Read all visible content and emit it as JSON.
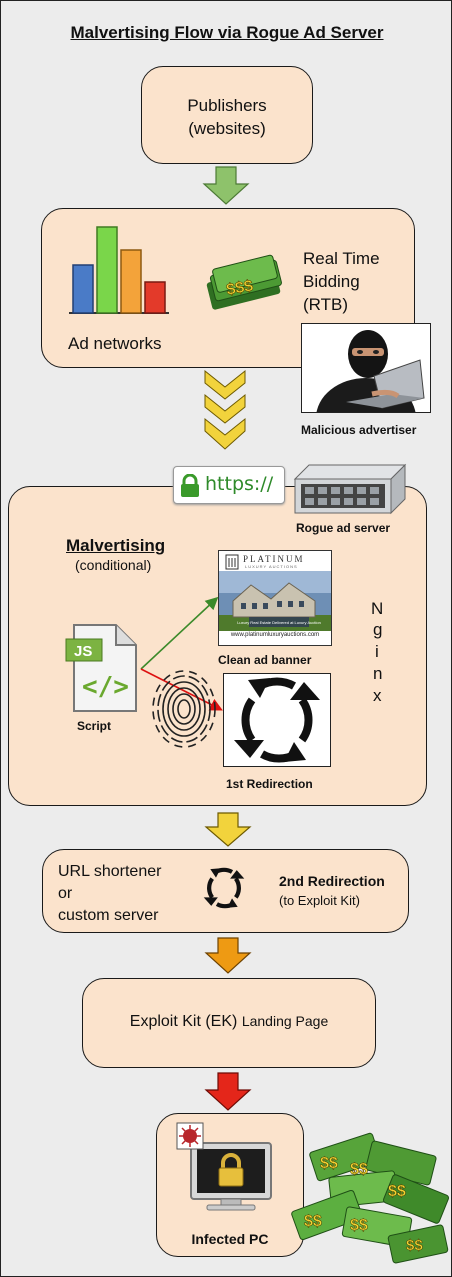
{
  "title": "Malvertising Flow via Rogue Ad Server",
  "publishers": {
    "line1": "Publishers",
    "line2": "(websites)"
  },
  "ad_networks": {
    "label": "Ad networks",
    "rtb_line1": "Real Time",
    "rtb_line2": "Bidding",
    "rtb_line3": "(RTB)",
    "malicious_label": "Malicious advertiser"
  },
  "https_label": "https://",
  "rogue_label": "Rogue ad server",
  "malvertising": {
    "heading": "Malvertising",
    "sub": "(conditional)",
    "script_badge": "JS",
    "script_label": "Script",
    "banner_brand": "PLATINUM",
    "banner_brand_sub": "LUXURY AUCTIONS",
    "banner_tagline": "Luxury Real Estate Delivered at Luxury Auction",
    "banner_url": "www.platinumluxuryauctions.com",
    "clean_label": "Clean ad banner",
    "redirect_label": "1st Redirection",
    "nginx_letters": [
      "N",
      "g",
      "i",
      "n",
      "x"
    ]
  },
  "url_shortener": {
    "line1": "URL shortener",
    "line2": "or",
    "line3": "custom server",
    "redirect_label": "2nd Redirection",
    "redirect_sub": "(to Exploit Kit)"
  },
  "exploit": {
    "text": "Exploit Kit (EK)",
    "text_small": "Landing Page"
  },
  "infected": {
    "label": "Infected PC"
  },
  "money_label": "$$",
  "colors": {
    "box_fill": "#fbe3cc",
    "arrow_green": "#8ec26b",
    "arrow_yellow": "#f2d33c",
    "arrow_orange": "#ee9a13",
    "arrow_red": "#e4261a",
    "bar_blue": "#4a7bc7",
    "bar_green": "#7ad64a",
    "bar_orange": "#f3a33a",
    "bar_red": "#e33a2a",
    "money_green": "#3d8a2b"
  }
}
